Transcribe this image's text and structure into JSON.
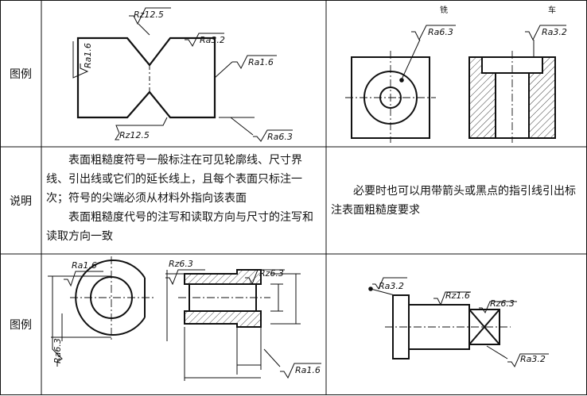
{
  "rows": {
    "fig1": {
      "label": "图例",
      "left": {
        "top_symbol": "Rz12.5",
        "right_top": "Ra3.2",
        "left_side": "Ra1.6",
        "right_side": "Ra1.6",
        "bottom_symbol": "Rz12.5",
        "bottom_right": "Ra6.3"
      },
      "right": {
        "note_mill": "铣",
        "note_turn": "车",
        "sym_mill": "Ra6.3",
        "sym_turn": "Ra3.2"
      }
    },
    "desc": {
      "label": "说明",
      "left_paragraphs": [
        "表面粗糙度符号一般标注在可见轮廓线、尺寸界线、引出线或它们的延长线上，且每个表面只标注一次；符号的尖端必须从材料外指向该表面",
        "表面粗糙度代号的注写和读取方向与尺寸的注写和读取方向一致"
      ],
      "right_paragraph": "必要时也可以用带箭头或黑点的指引线引出标注表面粗糙度要求"
    },
    "fig2": {
      "label": "图例",
      "left": {
        "disc_top": "Ra1.6",
        "disc_side": "Ra6.3",
        "sleeve_left": "Rz6.3",
        "sleeve_right": "Rz6.3",
        "sleeve_bottom": "Ra1.6"
      },
      "right": {
        "shaft_left": "Ra3.2",
        "shaft_mid": "Rz1.6",
        "shaft_right": "Rz6.3",
        "shaft_bottom": "Ra3.2"
      }
    }
  }
}
